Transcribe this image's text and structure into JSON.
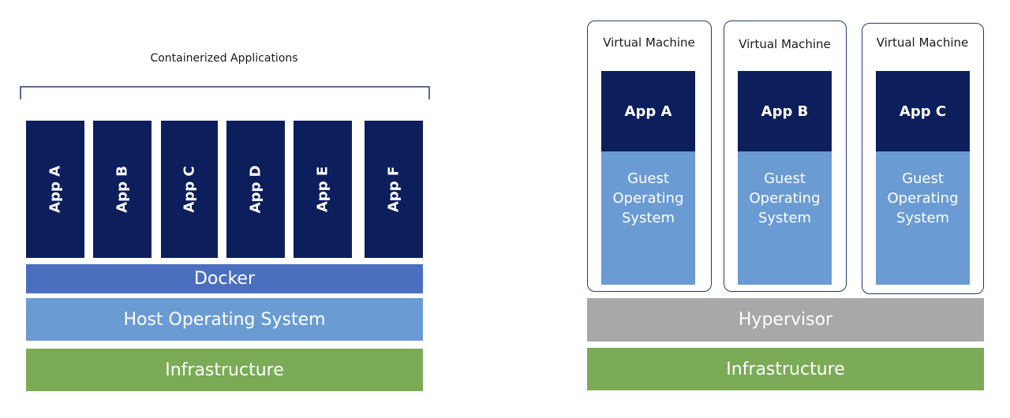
{
  "containers": {
    "caption": "Containerized Applications",
    "apps": [
      "App A",
      "App B",
      "App C",
      "App D",
      "App E",
      "App F"
    ],
    "docker": "Docker",
    "host_os": "Host Operating System",
    "infrastructure": "Infrastructure"
  },
  "vms": {
    "machines": [
      {
        "title": "Virtual Machine",
        "app": "App A",
        "guest_os": [
          "Guest",
          "Operating",
          "System"
        ]
      },
      {
        "title": "Virtual Machine",
        "app": "App B",
        "guest_os": [
          "Guest",
          "Operating",
          "System"
        ]
      },
      {
        "title": "Virtual Machine",
        "app": "App C",
        "guest_os": [
          "Guest",
          "Operating",
          "System"
        ]
      }
    ],
    "hypervisor": "Hypervisor",
    "infrastructure": "Infrastructure"
  },
  "colors": {
    "app_dark": "#0d1e5c",
    "docker": "#4b6fbe",
    "os_blue": "#6a9bd3",
    "infrastructure": "#7bab57",
    "hypervisor": "#a8a8a8"
  }
}
